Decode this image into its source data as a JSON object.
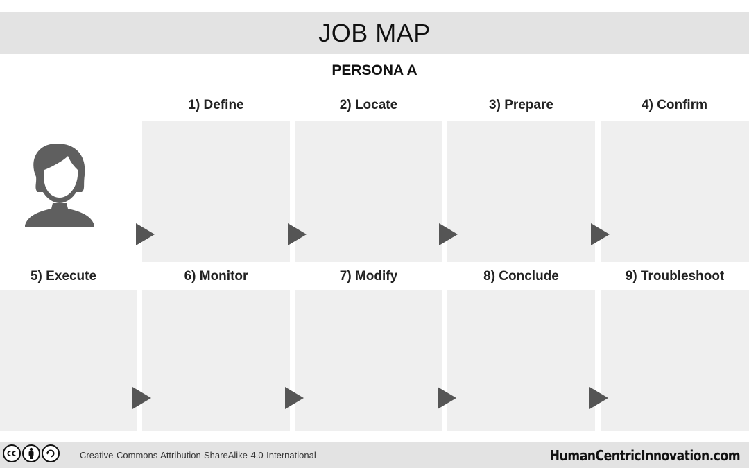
{
  "header": {
    "title": "JOB MAP"
  },
  "persona": {
    "name": "PERSONA A",
    "icon": "female-user-icon"
  },
  "steps": [
    {
      "label": "1) Define"
    },
    {
      "label": "2) Locate"
    },
    {
      "label": "3) Prepare"
    },
    {
      "label": "4) Confirm"
    },
    {
      "label": "5) Execute"
    },
    {
      "label": "6) Monitor"
    },
    {
      "label": "7) Modify"
    },
    {
      "label": "8) Conclude"
    },
    {
      "label": "9) Troubleshoot"
    }
  ],
  "footer": {
    "license_text": "Creative Commons Attribution-ShareAlike 4.0 International",
    "brand": "HumanCentricInnovation.com",
    "icons": [
      "cc-icon",
      "by-icon",
      "sa-icon"
    ]
  },
  "colors": {
    "bar_background": "#e3e3e3",
    "box_background": "#efefef",
    "arrow": "#555555",
    "avatar": "#5f5f5f"
  }
}
